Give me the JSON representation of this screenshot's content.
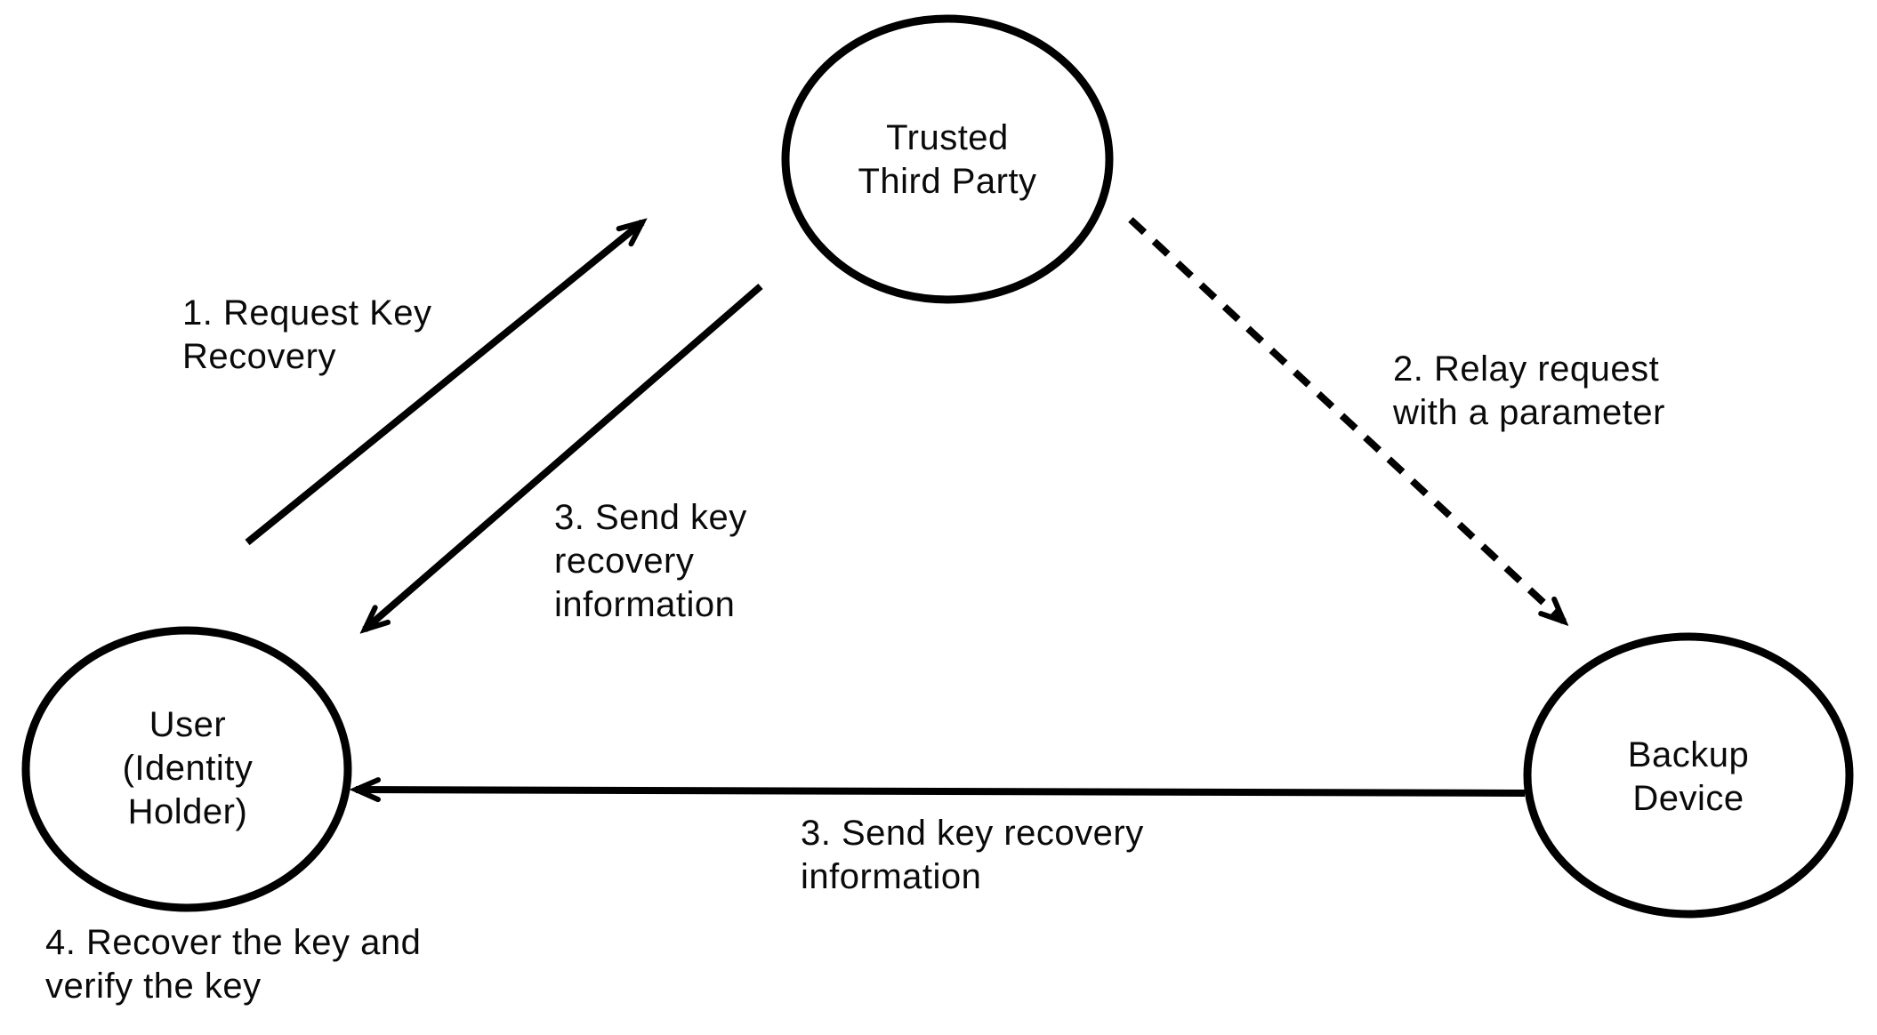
{
  "diagram": {
    "type": "flow-diagram",
    "background_color": "#ffffff",
    "stroke_color": "#000000",
    "text_color": "#0a0a0a",
    "nodes": {
      "trusted_third_party": {
        "shape": "ellipse",
        "label": "Trusted\nThird Party"
      },
      "user": {
        "shape": "ellipse",
        "label": "User\n(Identity\nHolder)"
      },
      "backup_device": {
        "shape": "ellipse",
        "label": "Backup\nDevice"
      }
    },
    "edges": {
      "request_key_recovery": {
        "from": "user",
        "to": "trusted_third_party",
        "style": "solid",
        "label": "1. Request Key\nRecovery"
      },
      "relay_request": {
        "from": "trusted_third_party",
        "to": "backup_device",
        "style": "dashed",
        "label": "2. Relay request\nwith a parameter"
      },
      "send_key_recovery_from_ttp": {
        "from": "trusted_third_party",
        "to": "user",
        "style": "solid",
        "label": "3. Send key\nrecovery\ninformation"
      },
      "send_key_recovery_from_backup": {
        "from": "backup_device",
        "to": "user",
        "style": "solid",
        "label": "3. Send key recovery\ninformation"
      }
    },
    "annotations": {
      "recover_and_verify": {
        "attached_to": "user",
        "label": "4. Recover the key and\nverify the key"
      }
    }
  }
}
